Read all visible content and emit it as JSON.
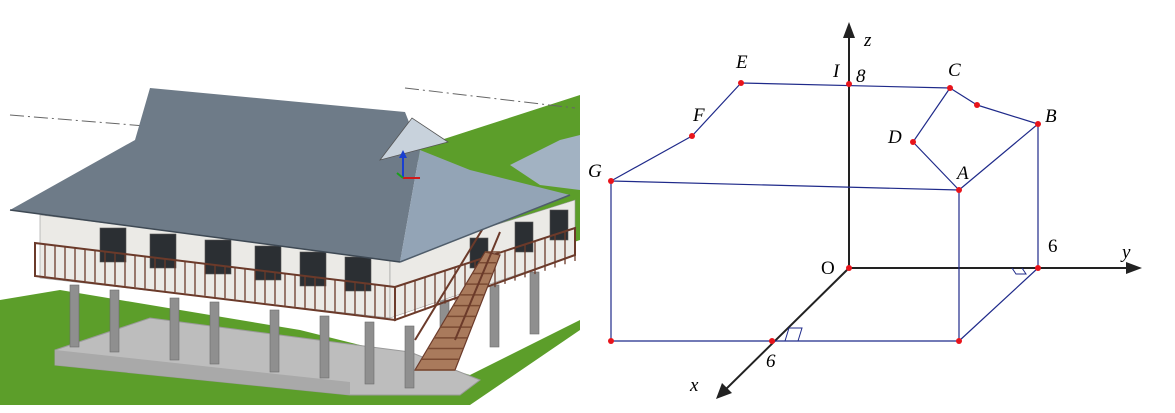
{
  "colors": {
    "frame_line": "#1f2a8a",
    "axis_line": "#222222",
    "vertex": "#e8141b",
    "roof_dark": "#6e7b88",
    "roof_light": "#93a4b6",
    "grass": "#5c9e2a",
    "floor_slab": "#bdbdbd",
    "wood": "#6b3a2a",
    "wall": "#ebeae6",
    "pillar": "#8f8f8f"
  },
  "axes": {
    "x_label": "x",
    "y_label": "y",
    "z_label": "z",
    "origin_label": "O",
    "x_tick": "6",
    "y_tick": "6",
    "z_tick": "8"
  },
  "points": {
    "A": "A",
    "B": "B",
    "C": "C",
    "D": "D",
    "E": "E",
    "F": "F",
    "G": "G",
    "I": "I"
  },
  "illustration": {
    "subject": "stilt-house-3d-render",
    "icon": "house-illustration"
  }
}
